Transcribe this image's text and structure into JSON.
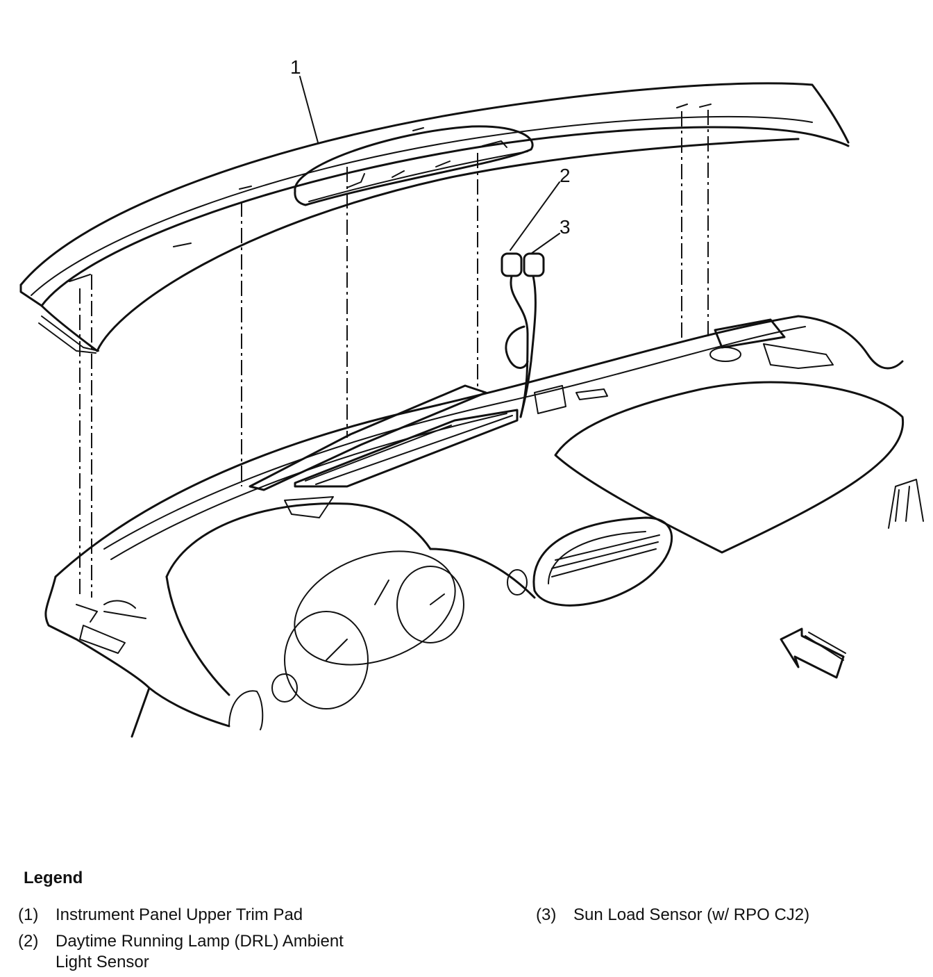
{
  "callouts": {
    "c1": "1",
    "c2": "2",
    "c3": "3"
  },
  "legend": {
    "title": "Legend",
    "items": [
      {
        "num": "(1)",
        "text": "Instrument Panel Upper Trim Pad"
      },
      {
        "num": "(2)",
        "text": "Daytime Running Lamp (DRL) Ambient",
        "text2": "Light Sensor"
      },
      {
        "num": "(3)",
        "text": "Sun Load Sensor (w/ RPO CJ2)"
      }
    ]
  }
}
